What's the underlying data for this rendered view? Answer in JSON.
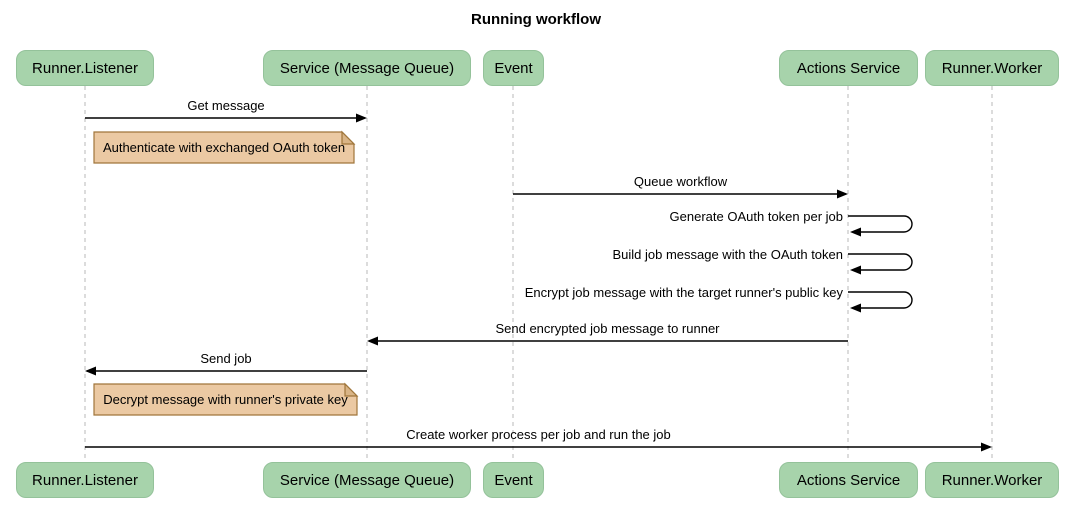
{
  "title": "Running workflow",
  "participants": [
    {
      "id": "runner-listener",
      "label": "Runner.Listener"
    },
    {
      "id": "service",
      "label": "Service (Message Queue)"
    },
    {
      "id": "event",
      "label": "Event"
    },
    {
      "id": "actions-service",
      "label": "Actions Service"
    },
    {
      "id": "runner-worker",
      "label": "Runner.Worker"
    }
  ],
  "messages": [
    {
      "kind": "arrow",
      "from": "runner-listener",
      "to": "service",
      "label": "Get message"
    },
    {
      "kind": "note",
      "over": "runner-listener",
      "label": "Authenticate with exchanged OAuth token"
    },
    {
      "kind": "arrow",
      "from": "event",
      "to": "actions-service",
      "label": "Queue workflow"
    },
    {
      "kind": "self",
      "on": "actions-service",
      "label": "Generate OAuth token per job"
    },
    {
      "kind": "self",
      "on": "actions-service",
      "label": "Build job message with the OAuth token"
    },
    {
      "kind": "self",
      "on": "actions-service",
      "label": "Encrypt job message with the target runner's public key"
    },
    {
      "kind": "arrow",
      "from": "actions-service",
      "to": "service",
      "label": "Send encrypted job message to runner"
    },
    {
      "kind": "arrow",
      "from": "service",
      "to": "runner-listener",
      "label": "Send job"
    },
    {
      "kind": "note",
      "over": "runner-listener",
      "label": "Decrypt message with runner's private key"
    },
    {
      "kind": "arrow",
      "from": "runner-listener",
      "to": "runner-worker",
      "label": "Create worker process per job and run the job"
    }
  ],
  "colors": {
    "actor_fill": "#a7d3ab",
    "actor_border": "#94c29a",
    "note_fill": "#ebc9a3",
    "note_border": "#a0763b",
    "note_fold": "#d9b486",
    "lifeline": "#b9b9b9",
    "line": "#000000",
    "text": "#000000"
  }
}
